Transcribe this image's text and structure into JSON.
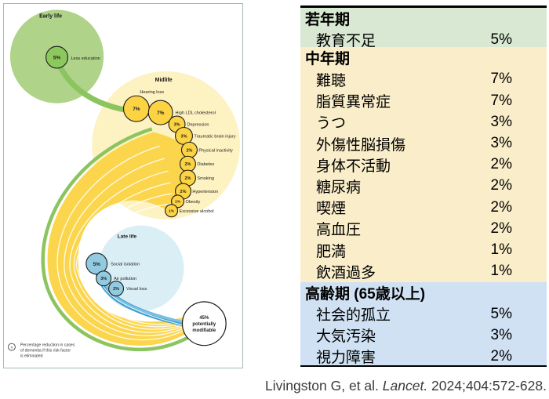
{
  "figure": {
    "early": {
      "title": "Early life",
      "factors": [
        {
          "pct": "5%",
          "label": "Less education"
        }
      ]
    },
    "mid": {
      "title": "Midlife",
      "factors": [
        {
          "pct": "7%",
          "label": "Hearing loss"
        },
        {
          "pct": "7%",
          "label": "High LDL cholesterol"
        },
        {
          "pct": "3%",
          "label": "Depression"
        },
        {
          "pct": "3%",
          "label": "Traumatic brain injury"
        },
        {
          "pct": "2%",
          "label": "Physical inactivity"
        },
        {
          "pct": "2%",
          "label": "Diabetes"
        },
        {
          "pct": "2%",
          "label": "Smoking"
        },
        {
          "pct": "2%",
          "label": "Hypertension"
        },
        {
          "pct": "1%",
          "label": "Obesity"
        },
        {
          "pct": "1%",
          "label": "Excessive alcohol"
        }
      ]
    },
    "late": {
      "title": "Late life",
      "factors": [
        {
          "pct": "5%",
          "label": "Social isolation"
        },
        {
          "pct": "3%",
          "label": "Air pollution"
        },
        {
          "pct": "2%",
          "label": "Visual loss"
        }
      ]
    },
    "modifiable": {
      "pct": "45%",
      "line1": "potentially",
      "line2": "modifiable"
    },
    "legend": {
      "symbol": "n",
      "line1": "Percentage reduction in cases",
      "line2": "of dementia if this risk factor",
      "line3": "is eliminated"
    }
  },
  "table": {
    "sections": [
      {
        "header": "若年期",
        "color": "#d9e8d2",
        "rows": [
          {
            "label": "教育不足",
            "value": "5%"
          }
        ]
      },
      {
        "header": "中年期",
        "color": "#faeeca",
        "rows": [
          {
            "label": "難聴",
            "value": "7%"
          },
          {
            "label": "脂質異常症",
            "value": "7%"
          },
          {
            "label": "うつ",
            "value": "3%"
          },
          {
            "label": "外傷性脳損傷",
            "value": "3%"
          },
          {
            "label": "身体不活動",
            "value": "2%"
          },
          {
            "label": "糖尿病",
            "value": "2%"
          },
          {
            "label": "喫煙",
            "value": "2%"
          },
          {
            "label": "高血圧",
            "value": "2%"
          },
          {
            "label": "肥満",
            "value": "1%"
          },
          {
            "label": "飲酒過多",
            "value": "1%"
          }
        ]
      },
      {
        "header": "高齢期 (65歳以上)",
        "color": "#cfe1f2",
        "rows": [
          {
            "label": "社会的孤立",
            "value": "5%"
          },
          {
            "label": "大気汚染",
            "value": "3%"
          },
          {
            "label": "視力障害",
            "value": "2%"
          }
        ]
      }
    ]
  },
  "citation": {
    "prefix": "Livingston G, et al. ",
    "journal": "Lancet.",
    "suffix": " 2024;404:572-628."
  },
  "colors": {
    "early_circle": "#aed389",
    "early_node": "#8cc85e",
    "mid_circle": "#fdf2c2",
    "mid_node": "#fbd343",
    "flow_band": "#fbd54b",
    "flow_green": "#8cc45f",
    "late_circle": "#daeef5",
    "late_node": "#92cbdf",
    "flow_blue": "#3d9ed2",
    "section_young_bg": "#d9e8d2",
    "section_mid_bg": "#faeeca",
    "section_old_bg": "#cfe1f2"
  }
}
